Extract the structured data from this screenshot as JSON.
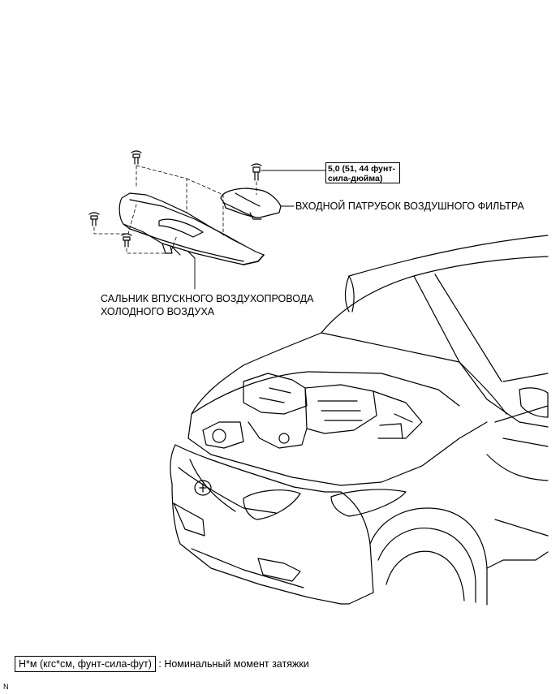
{
  "callouts": {
    "torque_line1": "5,0 (51, 44 фунт-",
    "torque_line2": "сила-дюйма)",
    "intake_label": "ВХОДНОЙ ПАТРУБОК ВОЗДУШНОГО ФИЛЬТРА",
    "seal_label_line1": "САЛЬНИК ВПУСКНОГО ВОЗДУХОПРОВОДА",
    "seal_label_line2": "ХОЛОДНОГО ВОЗДУХА"
  },
  "legend": {
    "unit_box": "Н*м (кгс*см, фунт-сила-фут)",
    "description": ": Номинальный момент затяжки"
  },
  "corner_mark": "N"
}
